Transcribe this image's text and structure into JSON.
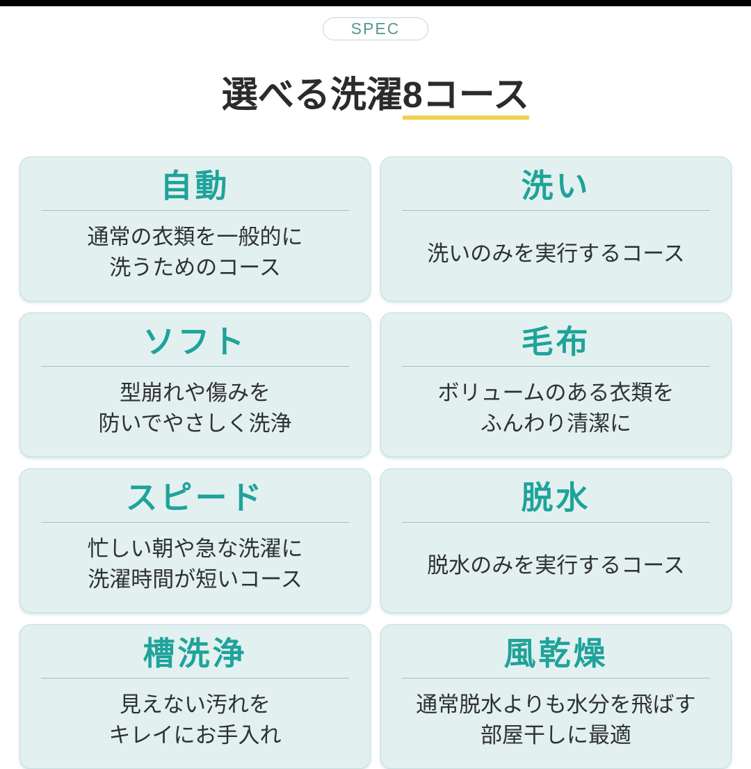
{
  "badge": {
    "label": "SPEC"
  },
  "heading": {
    "prefix": "選べる洗濯",
    "highlight": "8コース",
    "full": "選べる洗濯8コース",
    "underline_color": "#f3d050"
  },
  "colors": {
    "card_background": "#e2f0f0",
    "card_border": "#c3dddc",
    "card_title": "#1fa39a",
    "card_divider": "#9cc3c2",
    "body_text": "#2f3132",
    "badge_text": "#53988c",
    "badge_border": "#bcd8d6",
    "page_background": "#ffffff",
    "top_bar": "#000000"
  },
  "cards": [
    {
      "title": "自動",
      "lines": [
        "通常の衣類を一般的に",
        "洗うためのコース"
      ]
    },
    {
      "title": "洗い",
      "lines": [
        "洗いのみを実行するコース"
      ]
    },
    {
      "title": "ソフト",
      "lines": [
        "型崩れや傷みを",
        "防いでやさしく洗浄"
      ]
    },
    {
      "title": "毛布",
      "lines": [
        "ボリュームのある衣類を",
        "ふんわり清潔に"
      ]
    },
    {
      "title": "スピード",
      "lines": [
        "忙しい朝や急な洗濯に",
        "洗濯時間が短いコース"
      ]
    },
    {
      "title": "脱水",
      "lines": [
        "脱水のみを実行するコース"
      ]
    },
    {
      "title": "槽洗浄",
      "lines": [
        "見えない汚れを",
        "キレイにお手入れ"
      ]
    },
    {
      "title": "風乾燥",
      "lines": [
        "通常脱水よりも水分を飛ばす",
        "部屋干しに最適"
      ]
    }
  ]
}
